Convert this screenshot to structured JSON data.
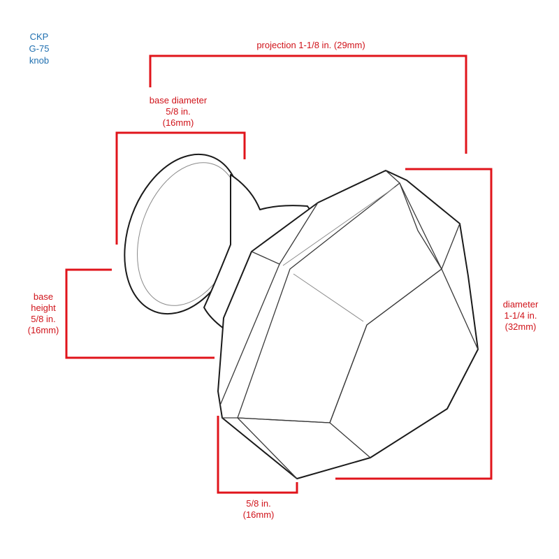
{
  "title": {
    "line1": "CKP",
    "line2": "G-75",
    "line3": "knob"
  },
  "labels": {
    "projection": "projection 1-1/8 in. (29mm)",
    "base_diameter": {
      "line1": "base diameter",
      "line2": "5/8 in.",
      "line3": "(16mm)"
    },
    "base_height": {
      "line1": "base",
      "line2": "height",
      "line3": "5/8 in.",
      "line4": "(16mm)"
    },
    "diameter": {
      "line1": "diameter",
      "line2": "1-1/4 in.",
      "line3": "(32mm)"
    },
    "bottom": {
      "line1": "5/8 in.",
      "line2": "(16mm)"
    }
  },
  "colors": {
    "dimension": "#e0141b",
    "title": "#1f6fb0",
    "ink": "#1a1a1a"
  }
}
